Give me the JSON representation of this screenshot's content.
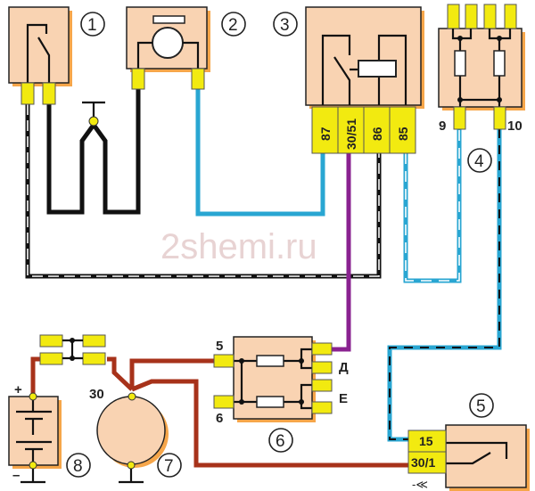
{
  "watermark": "2shemi.ru",
  "components": {
    "c1": "1",
    "c2": "2",
    "c3": "3",
    "c4": "4",
    "c5": "5",
    "c6": "6",
    "c7": "7",
    "c8": "8"
  },
  "relay_terminals": [
    "87",
    "30/51",
    "86",
    "85"
  ],
  "fuse_block_pins": {
    "left": "9",
    "right": "10"
  },
  "fuse_box_pins": {
    "in_top": "5",
    "in_bottom": "6",
    "out_top": "Д",
    "out_bottom": "Е"
  },
  "starter_terminal": "30",
  "ignition_terminals": [
    "15",
    "30/1"
  ],
  "battery_polarity": {
    "plus": "+",
    "minus": "–"
  },
  "connector_symbol": "-≪",
  "colors": {
    "box": "#f9d3b2",
    "connector": "#f2ea10",
    "blue": "#29a6d2",
    "brown": "#a7321a",
    "purple": "#8a2290"
  }
}
